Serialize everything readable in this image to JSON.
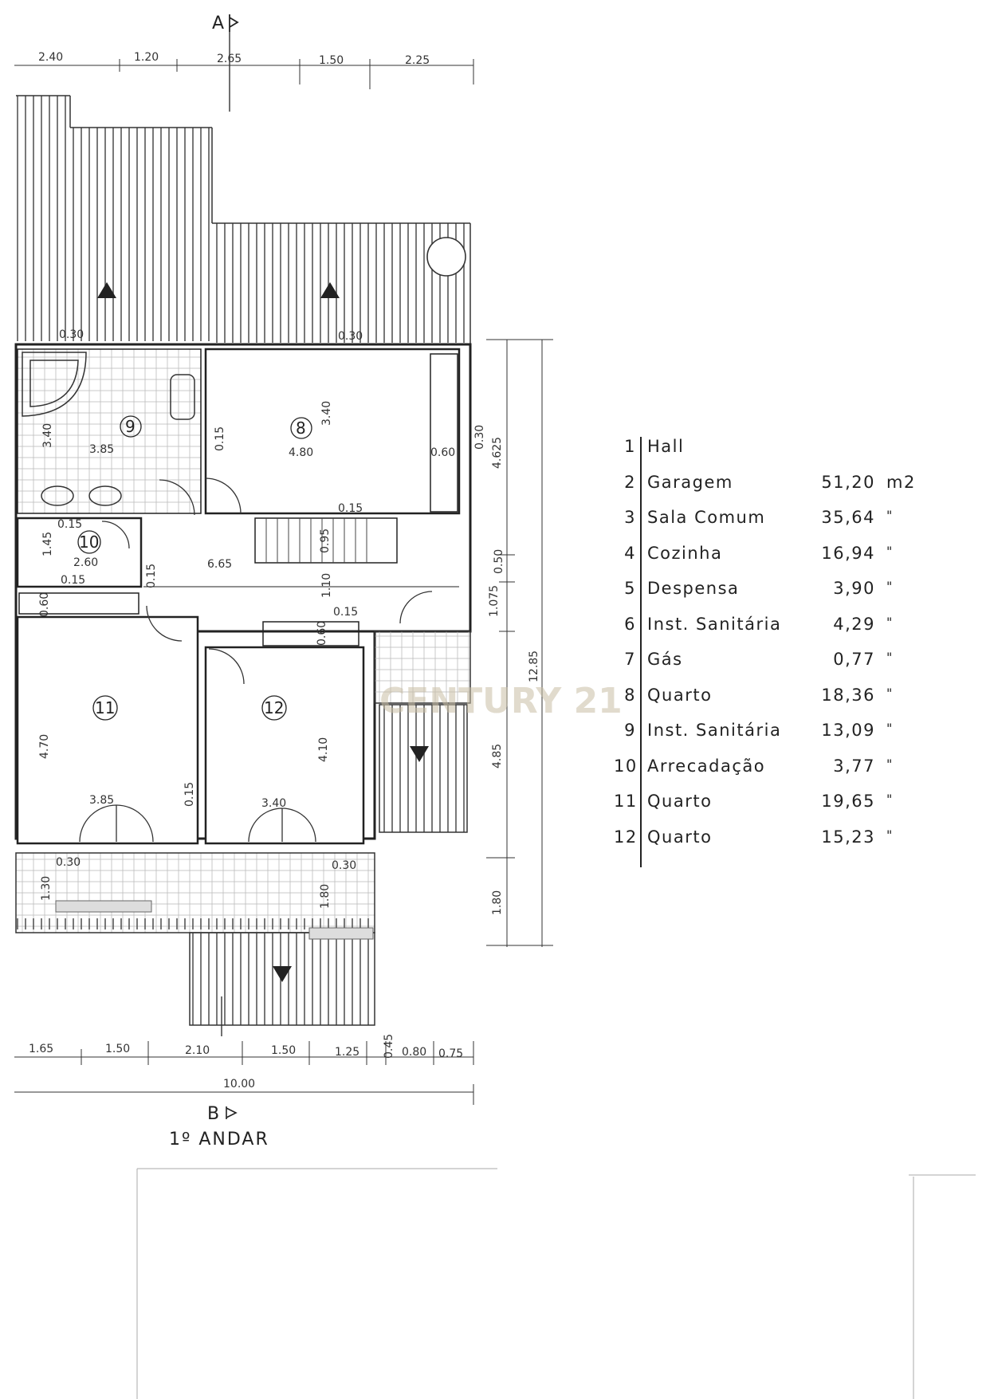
{
  "plan": {
    "section_top": "A",
    "section_bottom": "B",
    "floor_label": "1º ANDAR",
    "watermark": "CENTURY 21",
    "top_dims": [
      "2.40",
      "1.20",
      "2.65",
      "1.50",
      "2.25"
    ],
    "bottom_dims": [
      "1.65",
      "1.50",
      "2.10",
      "1.50",
      "1.25",
      "0.45",
      "0.80",
      "0.75"
    ],
    "total_width": "10.00",
    "right_dims": [
      "4.625",
      "0.50",
      "1.075",
      "4.85",
      "1.80"
    ],
    "total_depth": "12.85",
    "room_dims": {
      "d_030_a": "0.30",
      "d_030_b": "0.30",
      "d_340_r9": "3.40",
      "d_385_r9": "3.85",
      "d_015_a": "0.15",
      "d_340_r8": "3.40",
      "d_480": "4.80",
      "d_060_a": "0.60",
      "d_030_c": "0.30",
      "d_015_b": "0.15",
      "d_015_c": "0.15",
      "d_145": "1.45",
      "d_260": "2.60",
      "d_015_d": "0.15",
      "d_665": "6.65",
      "d_095": "0.95",
      "d_015_e": "0.15",
      "d_110": "1.10",
      "d_015_f": "0.15",
      "d_060_b": "0.60",
      "d_060_c": "0.60",
      "d_470": "4.70",
      "d_385_r11": "3.85",
      "d_015_g": "0.15",
      "d_410": "4.10",
      "d_340_r12": "3.40",
      "d_030_d": "0.30",
      "d_130": "1.30",
      "d_030_e": "0.30",
      "d_180": "1.80"
    },
    "room_numbers": [
      "8",
      "9",
      "10",
      "11",
      "12"
    ]
  },
  "legend": {
    "rows": [
      {
        "num": "1",
        "name": "Hall",
        "area": "",
        "unit": ""
      },
      {
        "num": "2",
        "name": "Garagem",
        "area": "51,20",
        "unit": "m2"
      },
      {
        "num": "3",
        "name": "Sala  Comum",
        "area": "35,64",
        "unit": "\""
      },
      {
        "num": "4",
        "name": "Cozinha",
        "area": "16,94",
        "unit": "\""
      },
      {
        "num": "5",
        "name": "Despensa",
        "area": "3,90",
        "unit": "\""
      },
      {
        "num": "6",
        "name": "Inst. Sanitária",
        "area": "4,29",
        "unit": "\""
      },
      {
        "num": "7",
        "name": "Gás",
        "area": "0,77",
        "unit": "\""
      },
      {
        "num": "8",
        "name": "Quarto",
        "area": "18,36",
        "unit": "\""
      },
      {
        "num": "9",
        "name": "Inst. Sanitária",
        "area": "13,09",
        "unit": "\""
      },
      {
        "num": "10",
        "name": "Arrecadação",
        "area": "3,77",
        "unit": "\""
      },
      {
        "num": "11",
        "name": "Quarto",
        "area": "19,65",
        "unit": "\""
      },
      {
        "num": "12",
        "name": "Quarto",
        "area": "15,23",
        "unit": "\""
      }
    ]
  }
}
